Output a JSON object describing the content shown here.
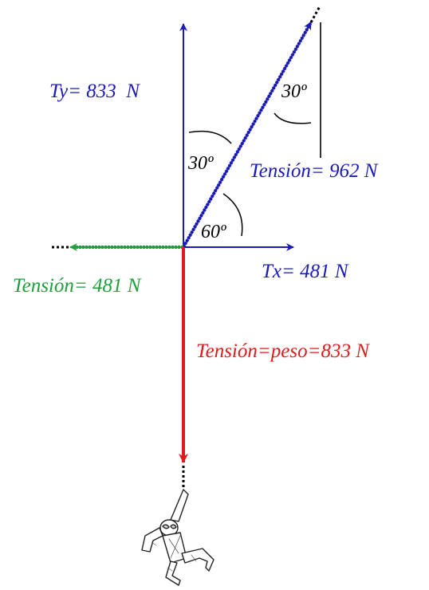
{
  "labels": {
    "ty": "Ty= 833  N",
    "tx": "Tx= 481 N",
    "tension_962": "Tensión= 962 N",
    "tension_481": "Tensión= 481 N",
    "tension_peso": "Tensión=peso=833 N",
    "angle_top": "30º",
    "angle_mid": "30º",
    "angle_low": "60º"
  },
  "colors": {
    "blue": "#1a1ab8",
    "green": "#1f9e3a",
    "red": "#e01a1a",
    "black": "#000000"
  },
  "figure": {
    "icon": "spiderman-hanging-icon"
  }
}
